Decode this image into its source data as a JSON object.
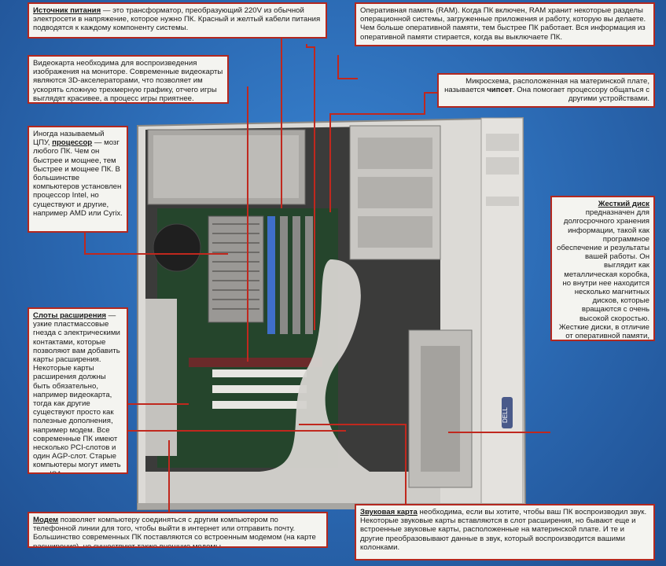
{
  "callouts": {
    "power": {
      "term": "Источник питания",
      "text": " — это трансформатор, преобразующий 220V из обычной электросети в напряжение, которое нужно ПК. Красный и желтый кабели питания подводятся к каждому компоненту системы."
    },
    "ram": {
      "text": "Оперативная память (RAM). Когда ПК включен, RAM хранит некоторые разделы операционной системы, загруженные приложения и работу, которую вы делаете. Чем больше оперативной памяти, тем быстрее ПК работает. Вся информация из оперативной памяти стирается, когда вы выключаете ПК."
    },
    "video": {
      "text": "Видеокарта необходима для воспроизведения изображения на мониторе. Современные видеокарты являются 3D-акселераторами, что позволяет им ускорять сложную трехмерную графику, отчего игры выглядят красивее, а процесс игры приятнее."
    },
    "chipset": {
      "before": "Микросхема, расположенная на материнской плате, называется ",
      "term": "чипсет",
      "after": ". Она помогает процессору общаться с другими устройствами."
    },
    "cpu": {
      "before": "Иногда называемый ЦПУ, ",
      "term": "процессор",
      "after": " — мозг любого ПК. Чем он быстрее и мощнее, тем быстрее и мощнее ПК. В большинстве компьютеров установлен процессор Intel, но существуют и другие, например AMD или Cyrix."
    },
    "hdd": {
      "term": "Жесткий диск",
      "text": " предназначен для долгосрочного хранения информации, такой как программное обеспечение и результаты вашей работы. Он выглядит как металлическая коробка, но внутри нее находится несколько магнитных дисков, которые вращаются с очень высокой скоростью. Жесткие диски, в отличие от оперативной памяти, хранят информацию, даже когда ПК выключен."
    },
    "slots": {
      "term": "Слоты расширения",
      "text": " — узкие пластмассовые гнезда с электрическими контактами, которые позволяют вам добавить карты расширения. Некоторые карты расширения должны быть обязательно, например видеокарта, тогда как другие существуют просто как полезные дополнения, например модем. Все современные ПК имеют несколько PCI-слотов и один AGP-слот. Старые компьютеры могут иметь еще ISA-слоты."
    },
    "modem": {
      "term": "Модем",
      "text": " позволяет компьютеру соединяться с другим компьютером по телефонной линии для того, чтобы выйти в интернет или отправить почту. Большинство современных ПК поставляются со встроенным модемом (на карте расширения), но существуют также внешние модемы."
    },
    "sound": {
      "term": "Звуковая карта",
      "text": " необходима, если вы хотите, чтобы ваш ПК воспроизводил звук. Некоторые звуковые карты вставляются в слот расширения, но бывают еще и встроенные звуковые карты, расположенные на материнской плате. И те и другие преобразовывают данные в звук, который воспроизводится вашими колонками."
    }
  },
  "illustration": {
    "brand": "DELL"
  },
  "colors": {
    "background": "#2f6fb8",
    "callout_border": "#b3281f",
    "leader_line": "#c0281e"
  }
}
